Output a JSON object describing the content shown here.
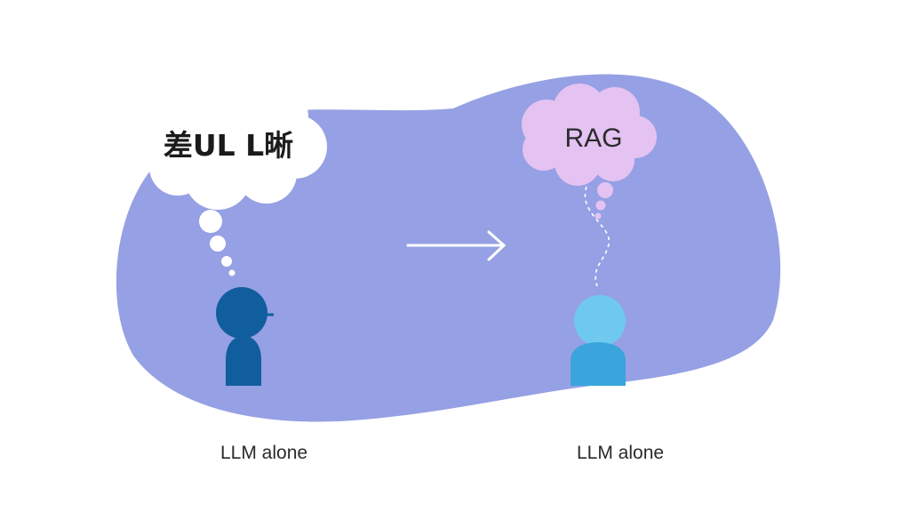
{
  "diagram": {
    "left": {
      "thought_text": "差UL L晰",
      "caption": "LLM alone"
    },
    "right": {
      "thought_text": "RAG",
      "caption": "LLM alone"
    }
  },
  "colors": {
    "blob": "#96a0e4",
    "left_bubble": "#ffffff",
    "right_bubble": "#e4c2f2",
    "left_person": "#115e9e",
    "right_person_head": "#6fc9ef",
    "right_person_body": "#3aa5dc",
    "arrow": "#ffffff",
    "text": "#2a2a2a"
  }
}
